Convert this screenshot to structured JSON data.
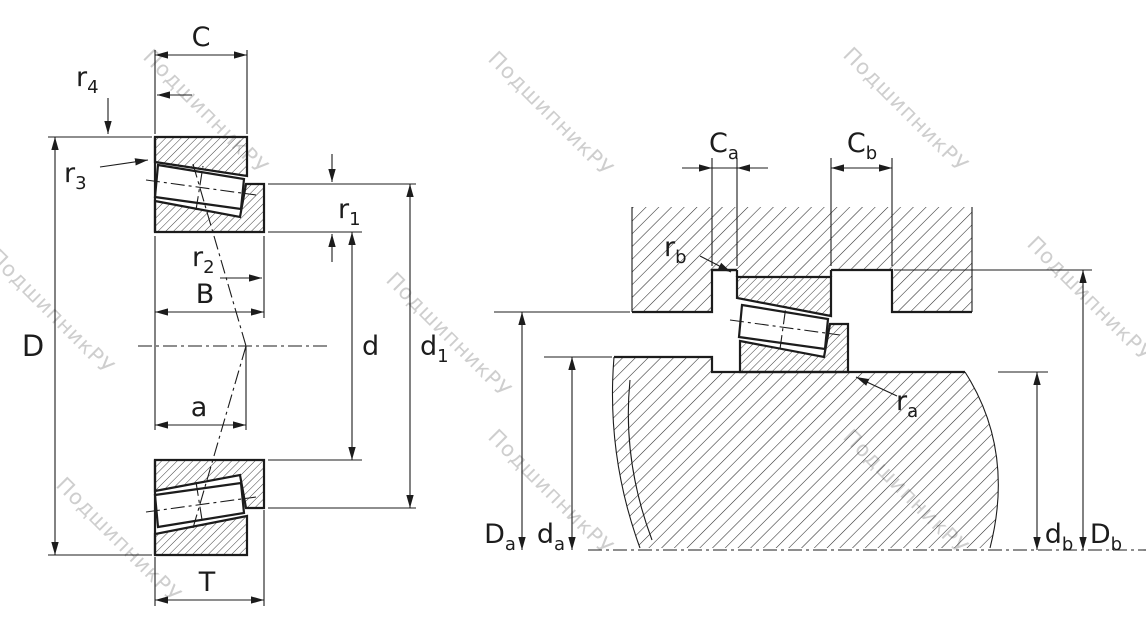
{
  "watermark": {
    "text": "ПодшипникРУ"
  },
  "colors": {
    "line": "#1c1c1c",
    "watermark": "#c2c2c2",
    "hatch": "#2b2b2b",
    "background": "#ffffff"
  },
  "labels": {
    "C": {
      "main": "C",
      "sub": ""
    },
    "r4": {
      "main": "r",
      "sub": "4"
    },
    "r3": {
      "main": "r",
      "sub": "3"
    },
    "D": {
      "main": "D",
      "sub": ""
    },
    "r1": {
      "main": "r",
      "sub": "1"
    },
    "r2": {
      "main": "r",
      "sub": "2"
    },
    "B": {
      "main": "B",
      "sub": ""
    },
    "a": {
      "main": "a",
      "sub": ""
    },
    "d": {
      "main": "d",
      "sub": ""
    },
    "d1": {
      "main": "d",
      "sub": "1"
    },
    "T": {
      "main": "T",
      "sub": ""
    },
    "Ca": {
      "main": "C",
      "sub": "a"
    },
    "Cb": {
      "main": "C",
      "sub": "b"
    },
    "rb": {
      "main": "r",
      "sub": "b"
    },
    "ra": {
      "main": "r",
      "sub": "a"
    },
    "Da": {
      "main": "D",
      "sub": "a"
    },
    "da": {
      "main": "d",
      "sub": "a"
    },
    "db": {
      "main": "d",
      "sub": "b"
    },
    "Db": {
      "main": "D",
      "sub": "b"
    }
  }
}
